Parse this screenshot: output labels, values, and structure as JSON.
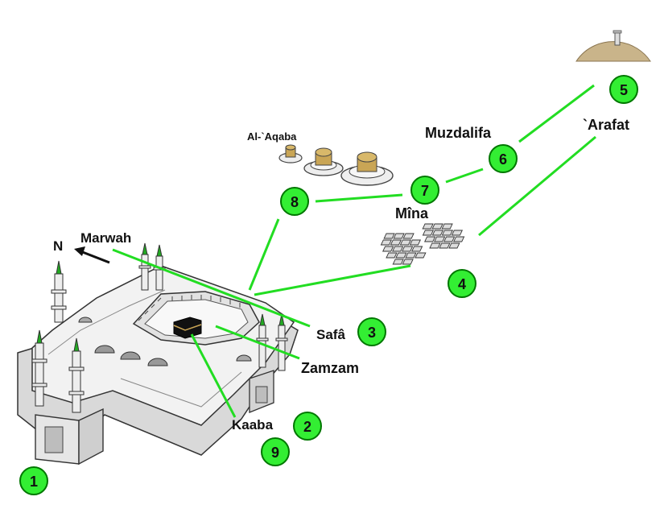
{
  "colors": {
    "route": "#22dd22",
    "marker_fill": "#33ee33",
    "marker_stroke": "#007700",
    "building": "#e8e8e8",
    "outline": "#333333",
    "hill": "#c9b48a"
  },
  "compass": {
    "label": "N"
  },
  "places": {
    "marwah": "Marwah",
    "safa": "Safâ",
    "zamzam": "Zamzam",
    "kaaba": "Kaaba",
    "mina": "Mîna",
    "muzdalifa": "Muzdalifa",
    "arafat": "`Arafat",
    "aqaba": "Al-`Aqaba"
  },
  "steps": [
    "1",
    "2",
    "3",
    "4",
    "5",
    "6",
    "7",
    "8",
    "9"
  ],
  "icons": [
    "pillar-icon",
    "hill-icon",
    "tent-icon",
    "kaaba-icon",
    "minaret-icon",
    "dome-icon"
  ]
}
